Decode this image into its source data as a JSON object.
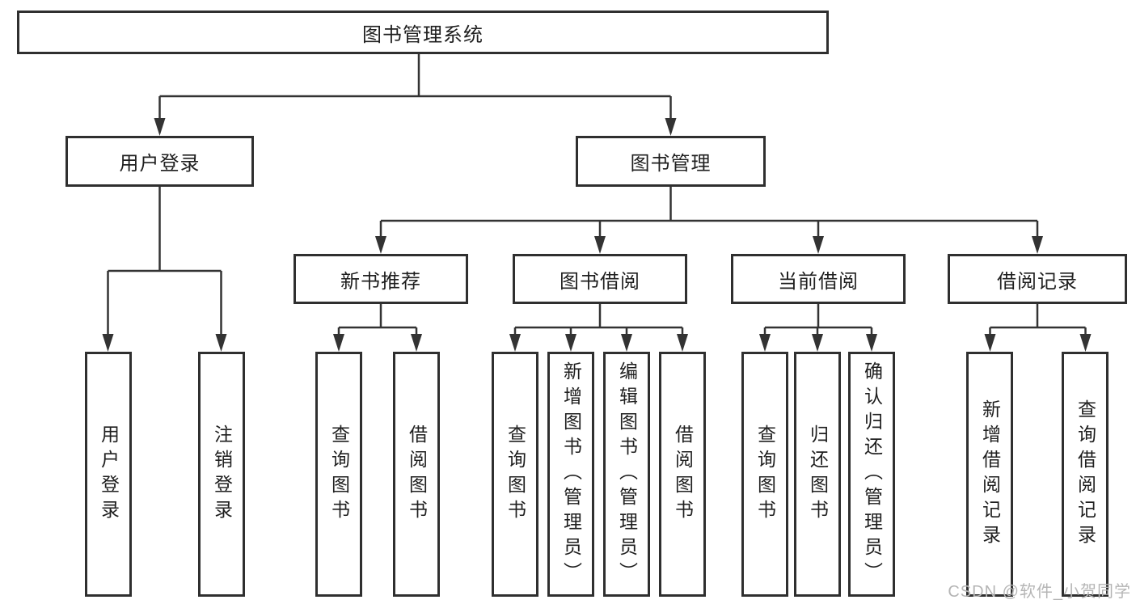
{
  "title": "图书管理系统",
  "nodes": {
    "root": "图书管理系统",
    "level2": [
      "用户登录",
      "图书管理"
    ],
    "level3": [
      "新书推荐",
      "图书借阅",
      "当前借阅",
      "借阅记录"
    ],
    "leaves": [
      "用户登录",
      "注销登录",
      "查询图书",
      "借阅图书",
      "查询图书",
      "新增图书（管理员）",
      "编辑图书（管理员）",
      "借阅图书",
      "查询图书",
      "归还图书",
      "确认归还（管理员）",
      "新增借阅记录",
      "查询借阅记录"
    ]
  },
  "watermark": "CSDN @软件_小贺同学",
  "colors": {
    "line": "#333333",
    "border": "#2f2f2f",
    "text": "#1f1f1f",
    "watermark": "#b5b5b5",
    "background": "#ffffff"
  }
}
